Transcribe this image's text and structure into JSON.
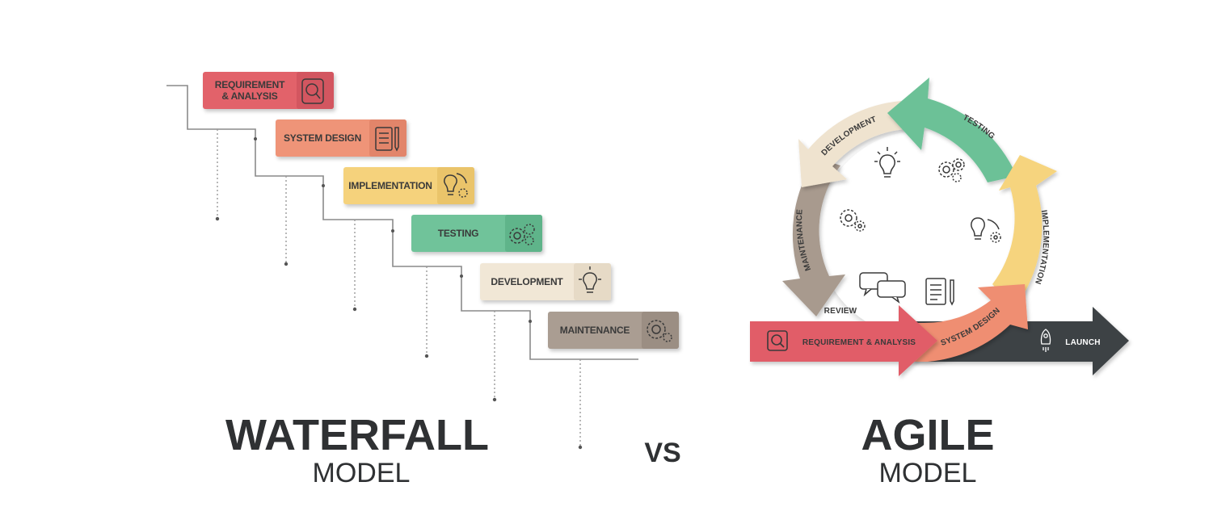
{
  "waterfall": {
    "steps": [
      {
        "label_lines": [
          "REQUIREMENT",
          "& ANALYSIS"
        ],
        "icon": "magnifier-icon",
        "color": "#e2626b",
        "icon_color": "#d35660"
      },
      {
        "label_lines": [
          "SYSTEM DESIGN"
        ],
        "icon": "document-pencil-icon",
        "color": "#ef9478",
        "icon_color": "#e2856b"
      },
      {
        "label_lines": [
          "IMPLEMENTATION"
        ],
        "icon": "lightbulb-gear-icon",
        "color": "#f5d27c",
        "icon_color": "#eac46a"
      },
      {
        "label_lines": [
          "TESTING"
        ],
        "icon": "gears-icon",
        "color": "#6fc39a",
        "icon_color": "#5fb48a"
      },
      {
        "label_lines": [
          "DEVELOPMENT"
        ],
        "icon": "lightbulb-icon",
        "color": "#f1e7d6",
        "icon_color": "#e6dac6"
      },
      {
        "label_lines": [
          "MAINTENANCE"
        ],
        "icon": "gear-icon",
        "color": "#aa9d92",
        "icon_color": "#9b8e83"
      }
    ],
    "title": "WATERFALL",
    "subtitle": "MODEL"
  },
  "vs_label": "VS",
  "agile": {
    "arcs": {
      "development": "DEVELOPMENT",
      "testing": "TESTING",
      "implementation": "IMPLEMENTATION",
      "system_design": "SYSTEM DESIGN",
      "maintenance": "MAINTENANCE"
    },
    "review": "REVIEW",
    "requirement": "REQUIREMENT & ANALYSIS",
    "launch": "LAUNCH",
    "title": "AGILE",
    "subtitle": "MODEL",
    "colors": {
      "development": "#efe3cf",
      "testing": "#6cc197",
      "implementation": "#f6d47e",
      "system_design": "#ef8e72",
      "maintenance": "#a89a8e",
      "requirement": "#e15d67",
      "launch": "#3e4244"
    }
  }
}
